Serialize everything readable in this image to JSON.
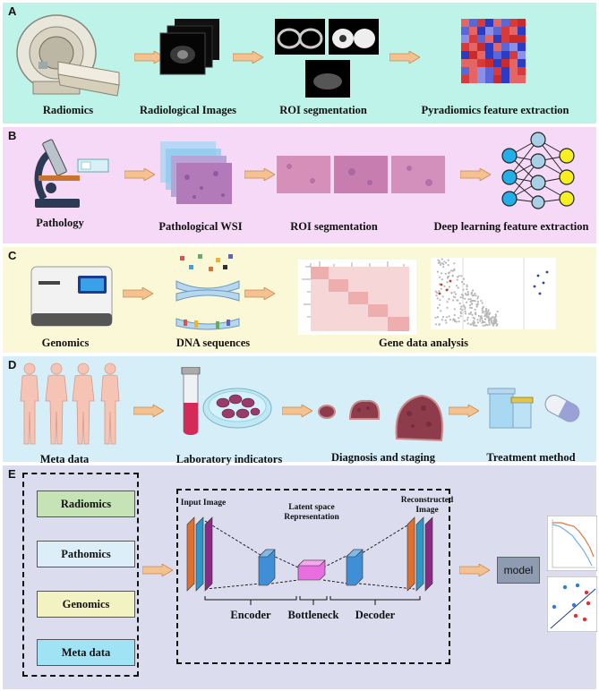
{
  "panels": {
    "a": {
      "letter": "A",
      "bg": "#bdf3e8",
      "labels": [
        "Radiomics",
        "Radiological Images",
        "ROI segmentation",
        "Pyradiomics feature extraction"
      ]
    },
    "b": {
      "letter": "B",
      "bg": "#f5d9f7",
      "labels": [
        "Pathology",
        "Pathological WSI",
        "ROI segmentation",
        "Deep learning feature extraction"
      ]
    },
    "c": {
      "letter": "C",
      "bg": "#fbf8d8",
      "labels": [
        "Genomics",
        "DNA sequences",
        "Gene data analysis"
      ]
    },
    "d": {
      "letter": "D",
      "bg": "#d5eef8",
      "labels": [
        "Meta data",
        "Laboratory indicators",
        "Diagnosis and staging",
        "Treatment method"
      ]
    },
    "e": {
      "letter": "E",
      "bg": "#dcdcef",
      "inputs": [
        "Radiomics",
        "Pathomics",
        "Genomics",
        "Meta data"
      ],
      "input_colors": [
        "#c5e3b5",
        "#dceef8",
        "#f2f2c2",
        "#9fe3f5"
      ],
      "autoencoder": {
        "input_image": "Input Image",
        "latent_line1": "Latent space",
        "latent_line2": "Representation",
        "reconstructed_line1": "Reconstructed",
        "reconstructed_line2": "Image",
        "encoder": "Encoder",
        "bottleneck": "Bottleneck",
        "decoder": "Decoder"
      },
      "model_label": "model"
    }
  },
  "colors": {
    "arrow": "#f4c190",
    "arrow_border": "#c98a4e"
  }
}
